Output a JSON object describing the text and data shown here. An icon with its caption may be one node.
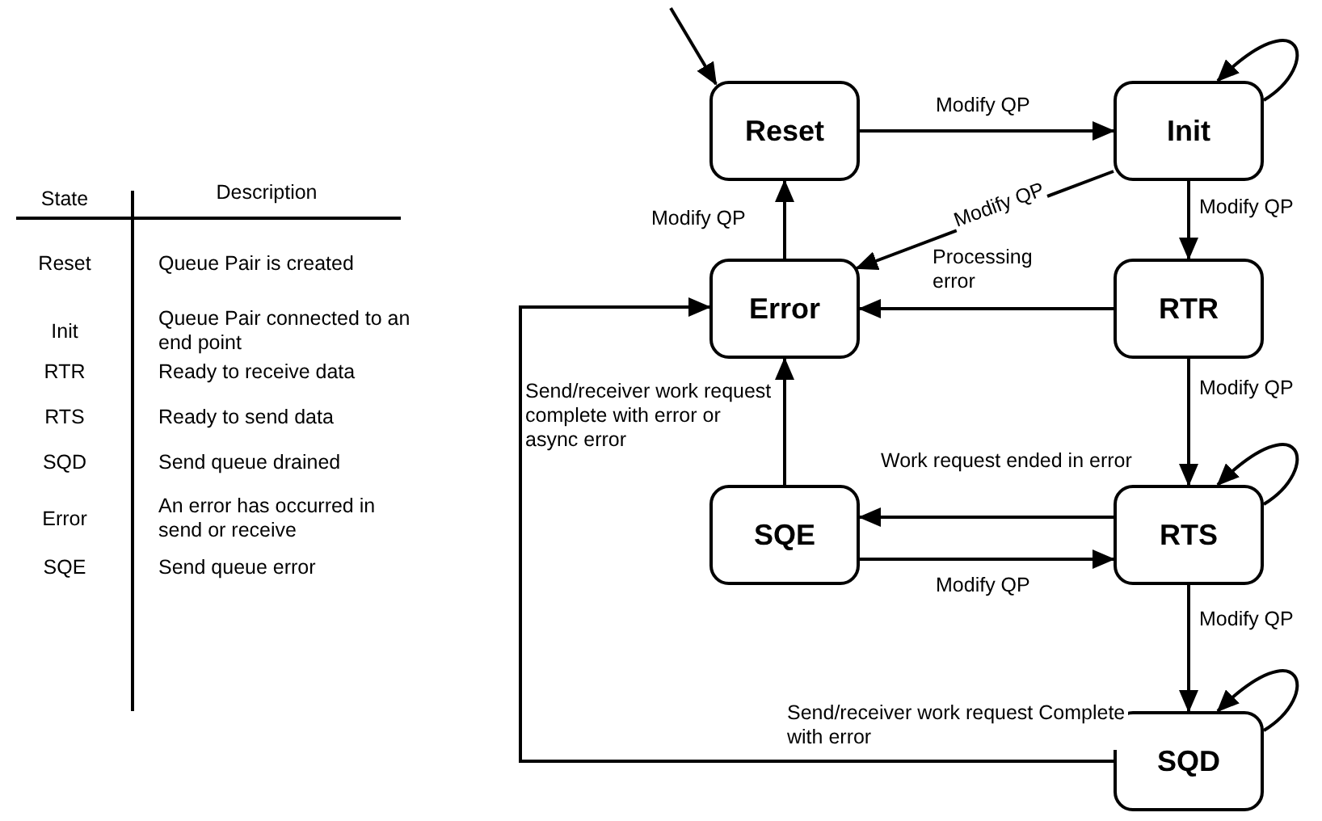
{
  "diagram": {
    "nodes": [
      {
        "text": [
          "Reset"
        ]
      },
      {
        "text": [
          "Init"
        ]
      },
      {
        "text": [
          "Error"
        ]
      },
      {
        "text": [
          "RTR"
        ]
      },
      {
        "text": [
          "SQE"
        ]
      },
      {
        "text": [
          "RTS"
        ]
      },
      {
        "text": [
          "SQD"
        ]
      }
    ],
    "edges": [
      {
        "from": null,
        "to": 0,
        "arrow": "to"
      },
      {
        "from": 0,
        "to": 1,
        "arrow": "to",
        "label": "Modify QP"
      },
      {
        "from": 1,
        "to": 1,
        "arrow": "to"
      },
      {
        "from": 1,
        "to": 2,
        "arrow": "to",
        "label": "Modify QP"
      },
      {
        "from": 1,
        "to": 3,
        "arrow": "to",
        "label": "Modify QP"
      },
      {
        "from": 2,
        "to": 0,
        "arrow": "to",
        "label": "Modify QP"
      },
      {
        "from": 3,
        "to": 2,
        "arrow": "to",
        "label": "Processing error"
      },
      {
        "from": 3,
        "to": 5,
        "arrow": "to",
        "label": "Modify QP"
      },
      {
        "from": 5,
        "to": 5,
        "arrow": "to"
      },
      {
        "from": 5,
        "to": 4,
        "arrow": "to",
        "label": "Work request ended in error"
      },
      {
        "from": 4,
        "to": 5,
        "arrow": "to",
        "label": "Modify QP"
      },
      {
        "from": 4,
        "to": 2,
        "arrow": "to",
        "label": "Send/receiver work request complete with error or async error"
      },
      {
        "from": 5,
        "to": 6,
        "arrow": "to",
        "label": "Modify QP"
      },
      {
        "from": 6,
        "to": 6,
        "arrow": "to"
      },
      {
        "from": 6,
        "to": 2,
        "arrow": "to",
        "label": "Send/receiver work request Complete with error"
      }
    ],
    "labels": [
      "State",
      "Description",
      "Reset",
      "Queue Pair is created",
      "Init",
      "Queue Pair connected to an end point",
      "RTR",
      "Ready to receive data",
      "RTS",
      "Ready to send data",
      "SQD",
      "Send queue drained",
      "Error",
      "An error has occurred in send or receive",
      "SQE",
      "Send queue error"
    ]
  }
}
